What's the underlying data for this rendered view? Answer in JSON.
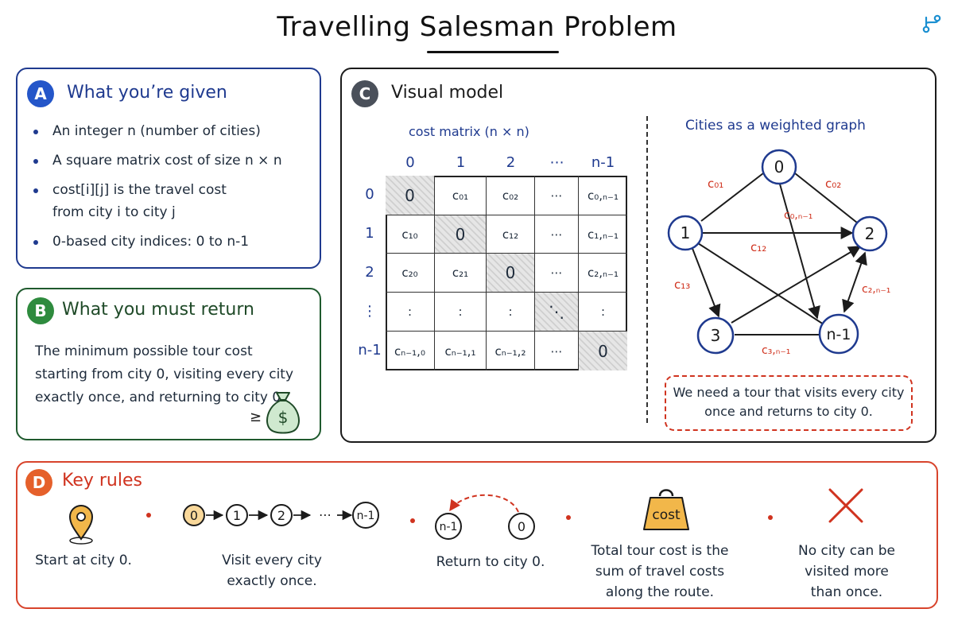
{
  "title": "Travelling Salesman Problem",
  "panel_a": {
    "badge": "A",
    "title": "What you’re given",
    "bullets": [
      "An integer n (number of cities)",
      "A square matrix cost of size n × n",
      "cost[i][j] is the travel cost",
      "0-based city indices: 0 to n-1"
    ],
    "bullet_3_cont": "from city i to city j"
  },
  "panel_b": {
    "badge": "B",
    "title": "What you must return",
    "text": "The minimum possible tour cost starting from city 0, visiting every city exactly once, and returning to city 0.",
    "money_prefix": "≥",
    "money_symbol": "$"
  },
  "panel_c": {
    "badge": "C",
    "title": "Visual model",
    "matrix_caption": "cost matrix (n × n)",
    "col_headers": [
      "0",
      "1",
      "2",
      "⋯",
      "n-1"
    ],
    "row_headers": [
      "0",
      "1",
      "2",
      "⋮",
      "n-1"
    ],
    "rows": [
      [
        "0",
        "c₀₁",
        "c₀₂",
        "⋯",
        "c₀,ₙ₋₁"
      ],
      [
        "c₁₀",
        "0",
        "c₁₂",
        "⋯",
        "c₁,ₙ₋₁"
      ],
      [
        "c₂₀",
        "c₂₁",
        "0",
        "⋯",
        "c₂,ₙ₋₁"
      ],
      [
        ":",
        ":",
        ":",
        "⋱",
        ":"
      ],
      [
        "cₙ₋₁,₀",
        "cₙ₋₁,₁",
        "cₙ₋₁,₂",
        "⋯",
        "0"
      ]
    ],
    "graph_caption": "Cities as a weighted graph",
    "nodes": [
      "0",
      "1",
      "2",
      "3",
      "n-1"
    ],
    "edge_labels": {
      "c01": "c₀₁",
      "c02": "c₀₂",
      "c0n1": "c₀,ₙ₋₁",
      "c12": "c₁₂",
      "c13": "c₁₃",
      "c2n1": "c₂,ₙ₋₁",
      "c3n1": "c₃,ₙ₋₁"
    },
    "note": "We need a tour that visits every city once and returns to city 0."
  },
  "panel_d": {
    "badge": "D",
    "title": "Key rules",
    "rules": [
      "Start at city 0.",
      "Visit every city exactly once.",
      "Return to city 0.",
      "Total tour cost is the sum of travel costs along the route.",
      "No city can be visited more than once."
    ],
    "sequence_nodes": [
      "0",
      "1",
      "2",
      "n-1"
    ],
    "sequence_dots": "⋯",
    "return_nodes": [
      "n-1",
      "0"
    ],
    "weight_label": "cost"
  },
  "colors": {
    "blue": "#1f3a8f",
    "green": "#1f5a2e",
    "dark": "#1b1b1b",
    "red": "#d0331f",
    "orange": "#e5602b",
    "diag_fill": "#d9d9d9"
  },
  "icons": [
    "branch-logo-icon",
    "money-bag-icon",
    "location-pin-icon",
    "weight-icon",
    "cross-icon"
  ]
}
